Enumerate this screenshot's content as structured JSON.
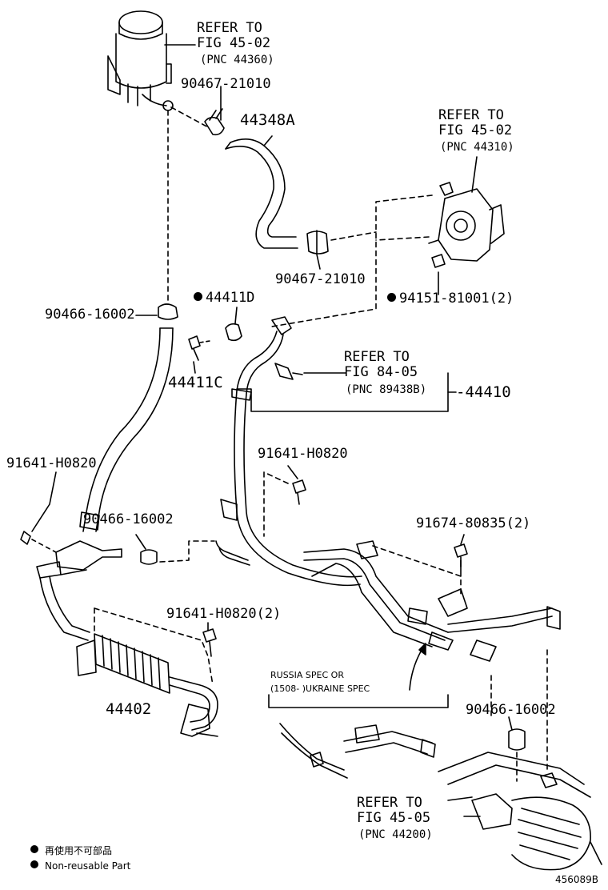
{
  "labels": {
    "refer_reservoir": [
      "REFER TO",
      "FIG 45-02",
      "(PNC 44360)"
    ],
    "clamp_top": "90467-21010",
    "hose_top": "44348A",
    "refer_pump": [
      "REFER TO",
      "FIG 45-02",
      "(PNC 44310)"
    ],
    "clamp_mid": "90467-21010",
    "bolt_pump": "94151-81001(2)",
    "union": "44411D",
    "clamp_left": "90466-16002",
    "gasket": "44411C",
    "refer_switch": [
      "REFER TO",
      "FIG 84-05",
      "(PNC 89438B)"
    ],
    "tube_assy": "44410",
    "bolt_left": "91641-H0820",
    "bolt_center": "91641-H0820",
    "clamp_center": "90466-16002",
    "bolt_right": "91674-80835(2)",
    "bolt_cooler": "91641-H0820(2)",
    "cooler": "44402",
    "clamp_right": "90466-16002",
    "spec_line1": "RUSSIA SPEC OR",
    "spec_line2": "(1508-          )UKRAINE SPEC",
    "refer_gear": [
      "REFER TO",
      "FIG 45-05",
      "(PNC 44200)"
    ]
  },
  "legend": {
    "jp": "再使用不可部品",
    "en": "Non-reusable Part"
  },
  "figure_id": "456089B"
}
